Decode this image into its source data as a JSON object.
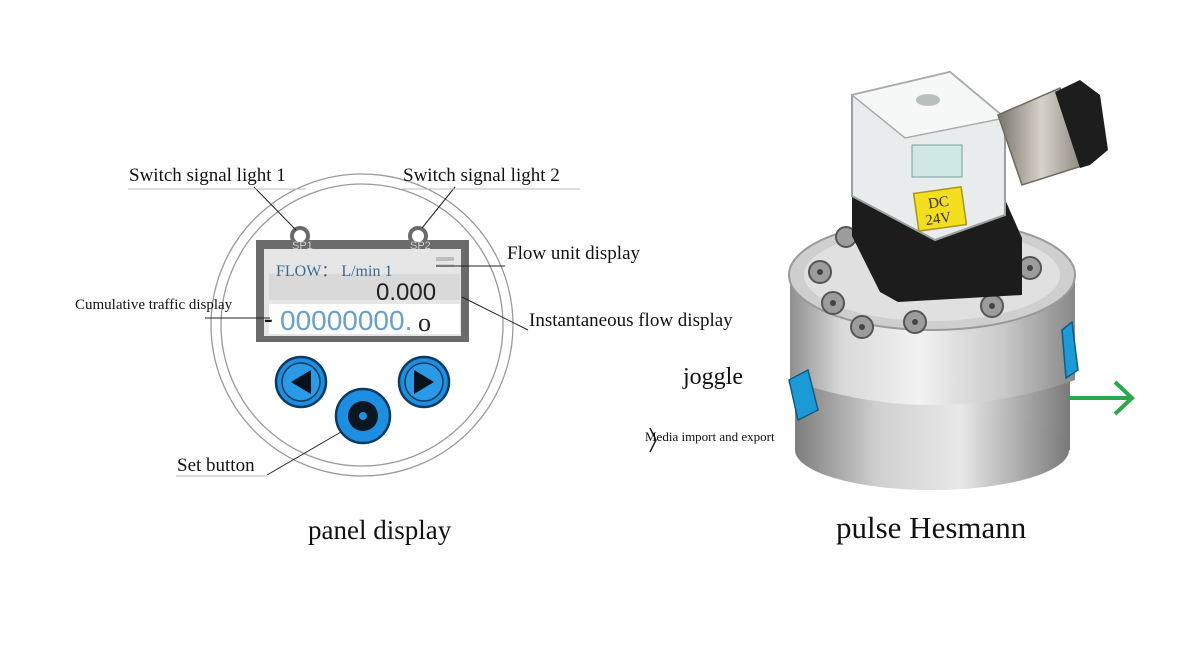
{
  "panel": {
    "labels": {
      "switch_light_1": "Switch signal light 1",
      "switch_light_2": "Switch signal light 2",
      "flow_unit": "Flow unit display",
      "cumulative": "Cumulative traffic display",
      "instantaneous": "Instantaneous flow display",
      "set_button": "Set button"
    },
    "lcd": {
      "unit_text": "FLOW： L/min 1",
      "instant_value": "0.000",
      "cumulative_value": "00000000.",
      "cumulative_suffix": "o",
      "minus": "-"
    },
    "light_tags": {
      "sp1": "SP1",
      "sp2": "SP2"
    },
    "caption": "panel display"
  },
  "device": {
    "connector_badge": {
      "line1": "DC",
      "line2": "24V"
    },
    "labels": {
      "joggle": "joggle",
      "media": "Media import and export"
    },
    "caption": "pulse Hesmann"
  },
  "colors": {
    "button_blue": "#1e8fe0",
    "lcd_bg": "#e6e6e6",
    "lcd_frame": "#6b6b6b",
    "digit_blue": "#6a9ecf",
    "arrow_green": "#2aa84a",
    "cap_blue": "#1b9ad6"
  },
  "icons": [
    "left-arrow-icon",
    "right-arrow-icon",
    "set-button-icon",
    "flow-direction-arrow-icon"
  ]
}
